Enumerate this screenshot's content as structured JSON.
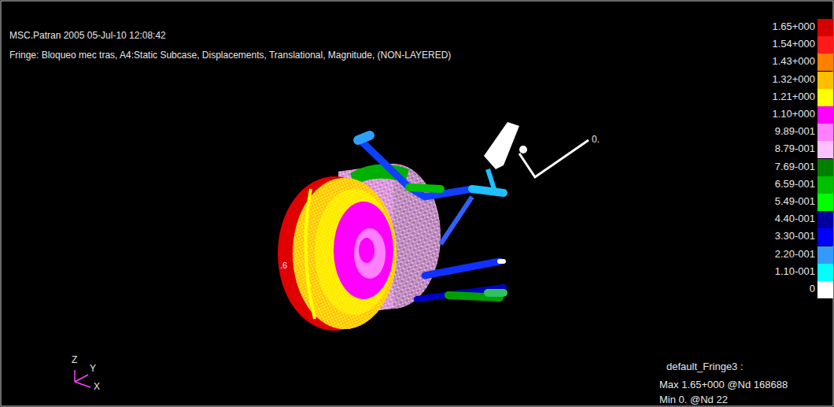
{
  "diagram": {
    "labels": [
      "MSC.Patran 2005 05-Jul-10 12:08:42",
      "Fringe: Bloqueo mec tras, A4:Static Subcase, Displacements, Translational, Magnitude, (NON-LAYERED)",
      "0.",
      ".6",
      "Z",
      "Y",
      "X",
      "default_Fringe3 :",
      "Max 1.65+000 @Nd 168688",
      "Min 0. @Nd 22"
    ],
    "legend": [
      {
        "text": "1.65+000",
        "color": "#d40000"
      },
      {
        "text": "1.54+000",
        "color": "#ff1a1a"
      },
      {
        "text": "1.43+000",
        "color": "#ff7f00"
      },
      {
        "text": "1.32+000",
        "color": "#ffbf00"
      },
      {
        "text": "1.21+000",
        "color": "#ffff00"
      },
      {
        "text": "1.10+000",
        "color": "#ff00ff"
      },
      {
        "text": "9.89-001",
        "color": "#ff80ff"
      },
      {
        "text": "8.79-001",
        "color": "#ffc0ff"
      },
      {
        "text": "7.69-001",
        "color": "#007f00"
      },
      {
        "text": "6.59-001",
        "color": "#00bf00"
      },
      {
        "text": "5.49-001",
        "color": "#00ff00"
      },
      {
        "text": "4.40-001",
        "color": "#0000a0"
      },
      {
        "text": "3.30-001",
        "color": "#0000ff"
      },
      {
        "text": "2.20-001",
        "color": "#3399ff"
      },
      {
        "text": "1.10-001",
        "color": "#00ffff"
      },
      {
        "text": "0",
        "color": "#ffffff"
      }
    ]
  }
}
